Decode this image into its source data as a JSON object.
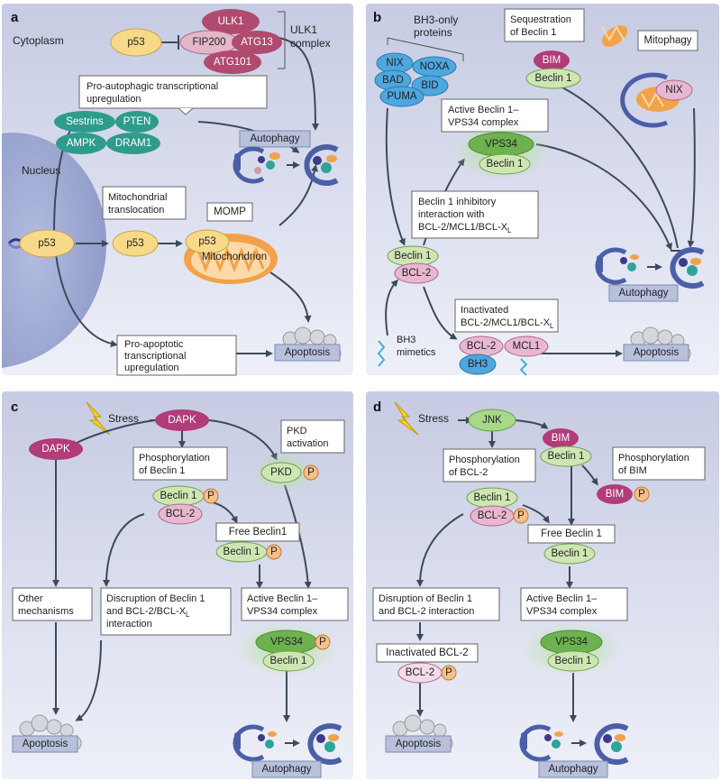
{
  "panels": {
    "a": {
      "letter": "a",
      "cytoplasm": "Cytoplasm",
      "nucleus": "Nucleus",
      "p53": "p53",
      "ulk1": "ULK1",
      "fip200": "FIP200",
      "atg13": "ATG13",
      "atg101": "ATG101",
      "ulk1_complex": "ULK1\ncomplex",
      "proauto_box": "Pro-autophagic transcriptional\nupregulation",
      "sestrins": "Sestrins",
      "pten": "PTEN",
      "ampk": "AMPK",
      "dram1": "DRAM1",
      "autophagy": "Autophagy",
      "mito_box": "Mitochondrial\ntranslocation",
      "momp": "MOMP",
      "mitochondrion": "Mitochondrion",
      "proapop_box": "Pro-apoptotic\ntranscriptional\nupregulation",
      "apoptosis": "Apoptosis"
    },
    "b": {
      "letter": "b",
      "bh3only": "BH3-only\nproteins",
      "nix": "NIX",
      "noxa": "NOXA",
      "bad": "BAD",
      "bid": "BID",
      "puma": "PUMA",
      "seq_box": "Sequestration\nof Beclin 1",
      "bim": "BIM",
      "beclin1": "Beclin 1",
      "mitophagy": "Mitophagy",
      "active_box": "Active Beclin 1–\nVPS34 complex",
      "vps34": "VPS34",
      "inhib_box_l1": "Beclin 1 inhibitory",
      "inhib_box_l2": "interaction with",
      "inhib_box_l3": "BCL-2/MCL1/BCL-X",
      "sub_l": "L",
      "bcl2": "BCL-2",
      "autophagy": "Autophagy",
      "inact_box_l1": "Inactivated",
      "inact_box_l2": "BCL-2/MCL1/BCL-X",
      "mcl1": "MCL1",
      "bh3": "BH3",
      "bh3_mimetics": "BH3\nmimetics",
      "apoptosis": "Apoptosis"
    },
    "c": {
      "letter": "c",
      "stress": "Stress",
      "dapk": "DAPK",
      "pkd_box": "PKD\nactivation",
      "pkd": "PKD",
      "p": "P",
      "phos_box": "Phosphorylation\nof Beclin 1",
      "beclin1": "Beclin 1",
      "bcl2": "BCL-2",
      "free_box": "Free Beclin1",
      "other_box": "Other\nmechanisms",
      "disc_box_l1": "Discruption of Beclin 1",
      "disc_box_l2": "and BCL-2/BCL-X",
      "disc_box_l3": "interaction",
      "sub_l": "L",
      "active_box": "Active Beclin 1–\nVPS34 complex",
      "vps34": "VPS34",
      "apoptosis": "Apoptosis",
      "autophagy": "Autophagy"
    },
    "d": {
      "letter": "d",
      "stress": "Stress",
      "jnk": "JNK",
      "bim": "BIM",
      "beclin1": "Beclin 1",
      "phos_box": "Phosphorylation\nof BCL-2",
      "phos_bim_box": "Phosphorylation\nof BIM",
      "p": "P",
      "bcl2": "BCL-2",
      "free_box": "Free Beclin 1",
      "disr_box": "Disruption of Beclin 1\nand BCL-2 interaction",
      "active_box": "Active Beclin 1–\nVPS34 complex",
      "inact_box": "Inactivated BCL-2",
      "vps34": "VPS34",
      "apoptosis": "Apoptosis",
      "autophagy": "Autophagy"
    }
  },
  "colors": {
    "panel_bg_top": "#c9cde4",
    "panel_bg_bottom": "#eceef8",
    "p53": "#f7d98a",
    "ulk_dark": "#b04a6e",
    "ulk_light": "#e3b7c7",
    "teal": "#2e9c8c",
    "green_light": "#cfe6b4",
    "blue_bh3": "#4ea7de",
    "pink_dark": "#b23b79",
    "pink_light": "#e7b8d0",
    "jnk_green": "#a8d88a",
    "mito_orange": "#f2a24a",
    "arrow": "#3e4a5a",
    "label_box": "#7b8bb0"
  }
}
